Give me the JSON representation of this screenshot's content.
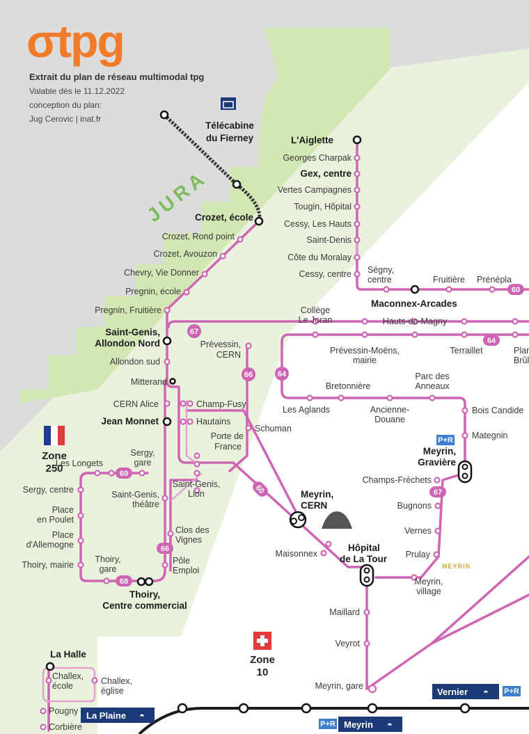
{
  "logo": "σtpg",
  "header": {
    "title": "Extrait du plan de réseau multimodal tpg",
    "valid": "Valable dès le 11.12.2022",
    "design": "conception du plan:",
    "author": "Jug Cerovic | inat.fr"
  },
  "region_label": "JURA",
  "zones": {
    "france": {
      "line1": "Zone",
      "line2": "250"
    },
    "swiss": {
      "line1": "Zone",
      "line2": "10"
    }
  },
  "commune_label": "MEYRIN",
  "cable_car": {
    "line1": "Télécabine",
    "line2": "du Fierney"
  },
  "transfer_hubs": {
    "cern_line1": "Meyrin,",
    "cern_line2": "CERN"
  },
  "line_badges": [
    "67",
    "66",
    "64",
    "60",
    "69",
    "68",
    "66",
    "67",
    "64",
    "60"
  ],
  "rail_stations": {
    "la_plaine": "La Plaine",
    "meyrin": "Meyrin",
    "vernier": "Vernier",
    "pr": "P+R"
  },
  "stops": {
    "aiglette": "L'Aiglette",
    "charpak": "Georges Charpak",
    "gex": "Gex, centre",
    "vertes": "Vertes Campagnes",
    "tougin": "Tougin, Hôpital",
    "cessy_hauts": "Cessy, Les Hauts",
    "saint_denis": "Saint-Denis",
    "moralay": "Côte du Moralay",
    "cessy_centre": "Cessy, centre",
    "segny1": "Ségny,",
    "segny2": "centre",
    "fruitiere_r": "Fruitière",
    "prenepla": "Prénépla",
    "maconnex": "Maconnex-Arcades",
    "crozet_ecole": "Crozet, école",
    "crozet_rond": "Crozet, Rond point",
    "crozet_avouzon": "Crozet, Avouzon",
    "chevry": "Chevry, Vie Donner",
    "pregnin_ecole": "Pregnin, école",
    "pregnin_fruit": "Pregnin, Fruitière",
    "sg_allondon1": "Saint-Genis,",
    "sg_allondon2": "Allondon Nord",
    "allondon_sud": "Allondon sud",
    "mitterand": "Mitterand",
    "cern_alice": "CERN Alice",
    "jean_monnet": "Jean Monnet",
    "champ_fusy": "Champ-Fusy",
    "hautains": "Hautains",
    "prevessin_cern1": "Prévessin,",
    "prevessin_cern2": "CERN",
    "schuman": "Schuman",
    "porte1": "Porte de",
    "porte2": "France",
    "college1": "Collège",
    "college2": "Le Joran",
    "hauts_magny": "Hauts-de-Magny",
    "prev_moens1": "Prévessin-Moëns,",
    "prev_moens2": "mairie",
    "terraillet": "Terraillet",
    "planche1": "Planche",
    "planche2": "Brûlée",
    "bretonniere": "Bretonnière",
    "parc1": "Parc des",
    "parc2": "Anneaux",
    "aglands": "Les Aglands",
    "douane1": "Ancienne-",
    "douane2": "Douane",
    "bois_candide": "Bois Candide",
    "mategnin": "Mategnin",
    "graviere1": "Meyrin,",
    "graviere2": "Gravière",
    "champs_frechets": "Champs-Fréchets",
    "bugnons": "Bugnons",
    "vernes": "Vernes",
    "prulay": "Prulay",
    "meyrin_village1": "Meyrin,",
    "meyrin_village2": "village",
    "maisonnex": "Maisonnex",
    "hopital1": "Hôpital",
    "hopital2": "de La Tour",
    "maillard": "Maillard",
    "veyrot": "Veyrot",
    "meyrin_gare": "Meyrin, gare",
    "longets": "Les Longets",
    "sergy_gare1": "Sergy,",
    "sergy_gare2": "gare",
    "sergy_centre": "Sergy, centre",
    "place_poulet1": "Place",
    "place_poulet2": "en Poulet",
    "place_all1": "Place",
    "place_all2": "d'Allemogne",
    "thoiry_mairie": "Thoiry, mairie",
    "thoiry_gare1": "Thoiry,",
    "thoiry_gare2": "gare",
    "thoiry_cc1": "Thoiry,",
    "thoiry_cc2": "Centre commercial",
    "sg_theatre1": "Saint-Genis,",
    "sg_theatre2": "théâtre",
    "sg_lion1": "Saint-Genis,",
    "sg_lion2": "Lion",
    "clos1": "Clos des",
    "clos2": "Vignes",
    "pole1": "Pôle",
    "pole2": "Emploi",
    "la_halle": "La Halle",
    "challex_ecole1": "Challex,",
    "challex_ecole2": "école",
    "challex_eglise1": "Challex,",
    "challex_eglise2": "église",
    "pougny": "Pougny",
    "corbiere": "Corbière"
  },
  "colors": {
    "line": "#cf64b4",
    "line_light": "#e2a2d2",
    "rail": "#1a1a1a",
    "france_zone": "#e9f2dc",
    "jura": "#d3e7b4",
    "grey_area": "#dcdcdc",
    "logo": "#f07c2a",
    "rail_box": "#1d3a78"
  }
}
